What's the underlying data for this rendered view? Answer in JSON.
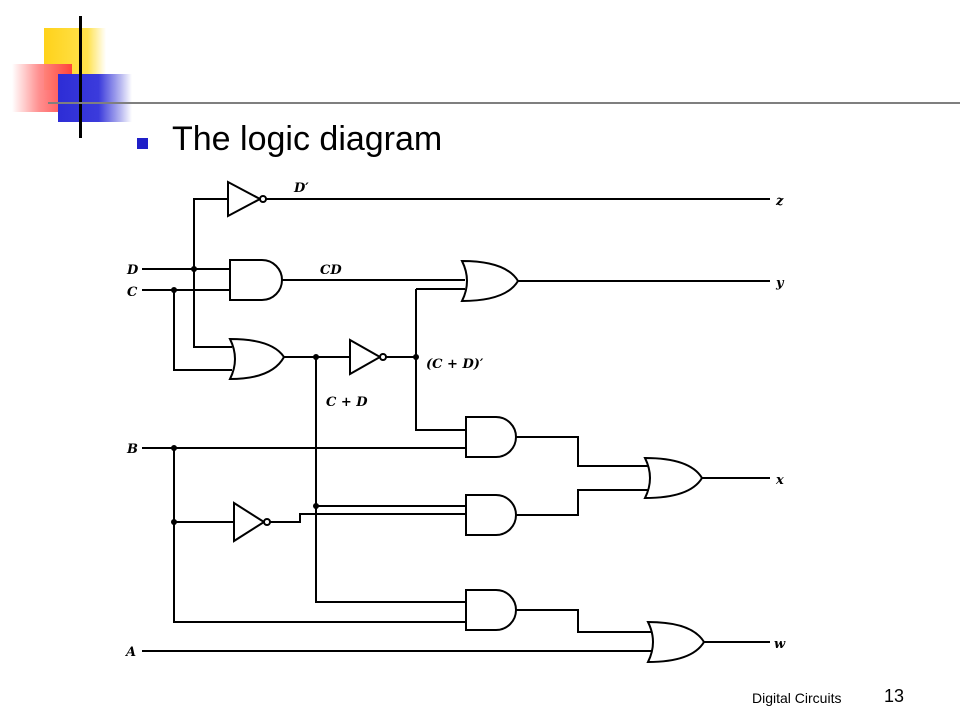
{
  "slide": {
    "title": "The logic diagram",
    "footer_label": "Digital Circuits",
    "page_number": "13",
    "accent_colors": {
      "bullet": "#1f1fc8",
      "yellow": "#ffd21a",
      "red": "#ff3b3b",
      "blue": "#2d2dd6"
    }
  },
  "circuit": {
    "inputs": [
      "D",
      "C",
      "B",
      "A"
    ],
    "outputs": [
      "z",
      "y",
      "x",
      "w"
    ],
    "signal_labels": {
      "d_not": "D′",
      "cd": "CD",
      "c_plus_d": "C + D",
      "c_plus_d_not": "(C + D)′"
    }
  }
}
